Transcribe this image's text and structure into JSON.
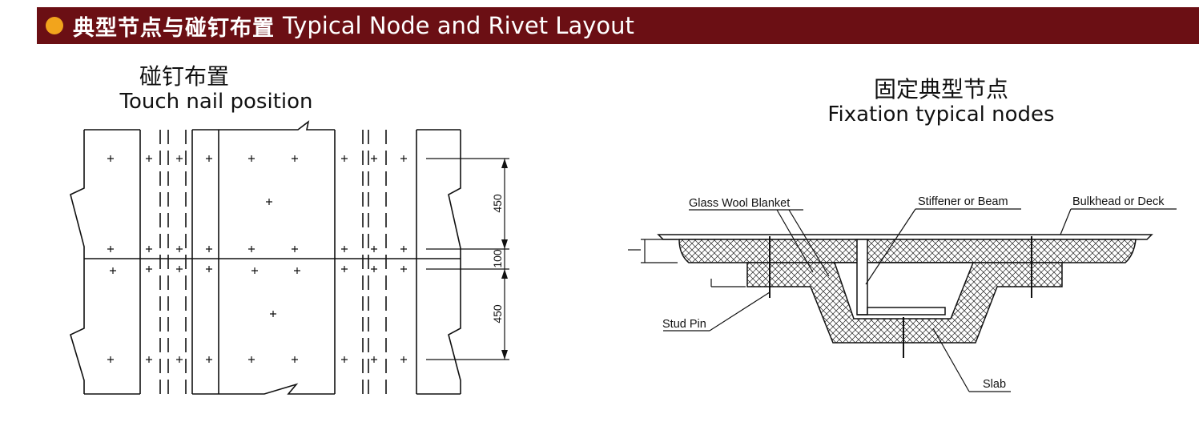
{
  "header": {
    "title_zh": "典型节点与碰钉布置",
    "title_en": "Typical Node and Rivet Layout",
    "accent_color": "#6b0f14",
    "bullet_color": "#f2a41c"
  },
  "left_diagram": {
    "caption_zh": "碰钉布置",
    "caption_en": "Touch nail position",
    "dimensions": [
      "450",
      "100",
      "450"
    ]
  },
  "right_diagram": {
    "caption_zh": "固定典型节点",
    "caption_en": "Fixation typical nodes",
    "labels": {
      "glass_wool": "Glass Wool Blanket",
      "stiffener": "Stiffener or Beam",
      "bulkhead": "Bulkhead or Deck",
      "stud_pin": "Stud Pin",
      "slab": "Slab"
    }
  }
}
